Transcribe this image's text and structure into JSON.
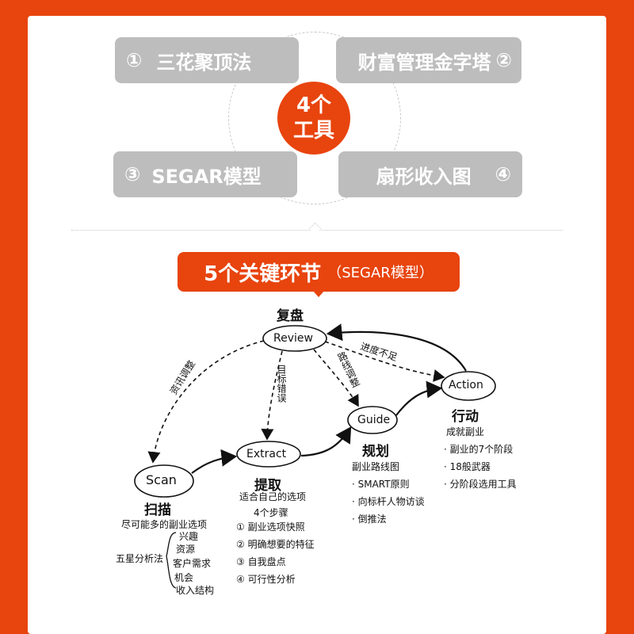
{
  "tools": {
    "hub_line1": "4个",
    "hub_line2": "工具",
    "items": [
      {
        "num": "①",
        "label": "三花聚顶法"
      },
      {
        "num": "②",
        "label": "财富管理金字塔"
      },
      {
        "num": "③",
        "label": "SEGAR模型"
      },
      {
        "num": "④",
        "label": "扇形收入图"
      }
    ]
  },
  "banner": {
    "title": "5个关键环节",
    "subtitle": "（SEGAR模型）"
  },
  "diagram": {
    "nodes": {
      "review": {
        "label": "Review",
        "cn": "复盘"
      },
      "scan": {
        "label": "Scan",
        "cn": "扫描"
      },
      "extract": {
        "label": "Extract",
        "cn": "提取"
      },
      "guide": {
        "label": "Guide",
        "cn": "规划"
      },
      "action": {
        "label": "Action",
        "cn": "行动"
      }
    },
    "edge_labels": {
      "review_scan": "资讯调整",
      "review_extract": "目标错误",
      "review_guide": "路线调整",
      "action_review": "进度不足"
    },
    "scan_notes": {
      "desc": "尽可能多的副业选项",
      "method": "五星分析法",
      "items": [
        "兴趣",
        "资源",
        "客户需求",
        "机会",
        "收入结构"
      ]
    },
    "extract_notes": {
      "desc1": "适合自己的选项",
      "desc2": "4个步骤",
      "items": [
        "① 副业选项快照",
        "② 明确想要的特征",
        "③ 自我盘点",
        "④ 可行性分析"
      ]
    },
    "guide_notes": {
      "desc": "副业路线图",
      "items": [
        "· SMART原则",
        "· 向标杆人物访谈",
        "· 倒推法"
      ]
    },
    "action_notes": {
      "desc": "成就副业",
      "items": [
        "· 副业的7个阶段",
        "· 18般武器",
        "· 分阶段选用工具"
      ]
    }
  }
}
